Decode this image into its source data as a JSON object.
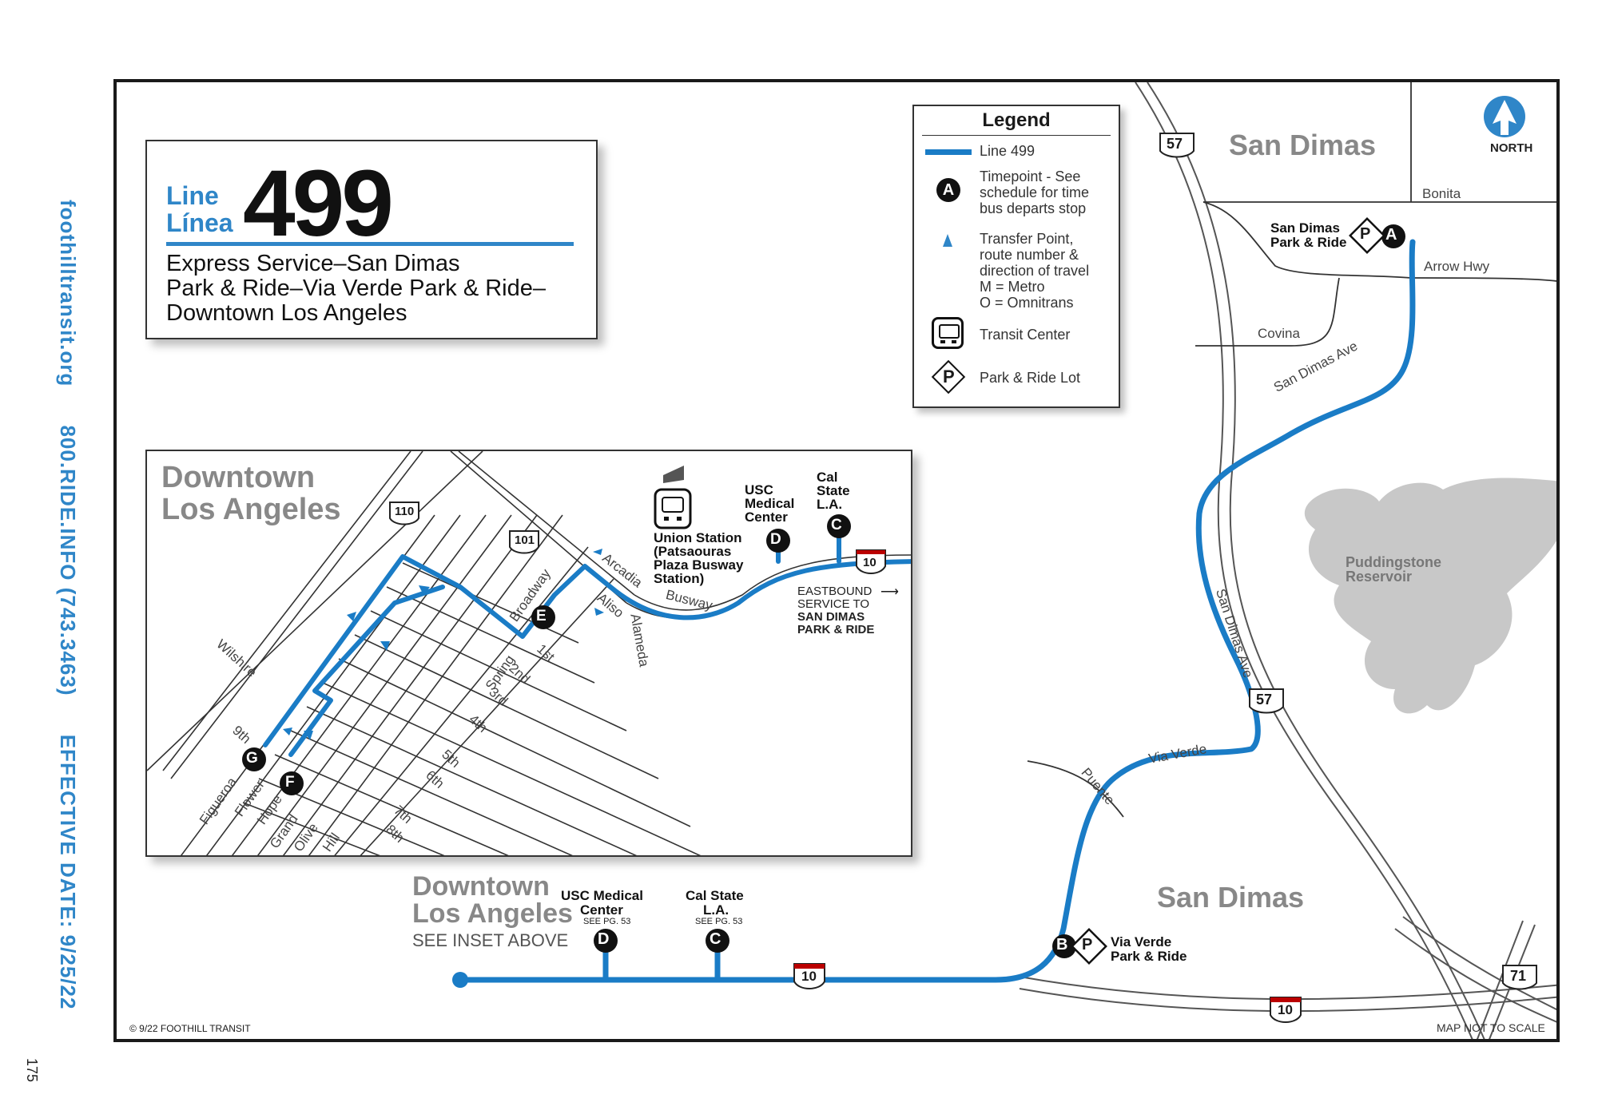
{
  "sidebar": {
    "website": "foothilltransit.org",
    "phone": "800.RIDE.INFO (743.3463)",
    "effective": "EFFECTIVE DATE: 9/25/22",
    "page_number": "175"
  },
  "title": {
    "line_en": "Line",
    "line_es": "Línea",
    "number": "499",
    "description_1": "Express Service–San Dimas",
    "description_2": "Park & Ride–Via Verde Park & Ride–",
    "description_3": "Downtown Los Angeles"
  },
  "legend": {
    "title": "Legend",
    "line": "Line 499",
    "timepoint_1": "Timepoint - See",
    "timepoint_2": "schedule for time",
    "timepoint_3": "bus departs stop",
    "timepoint_letter": "A",
    "transfer_1": "Transfer Point,",
    "transfer_2": "route number &",
    "transfer_3": "direction of travel",
    "transfer_4": "M = Metro",
    "transfer_5": "O = Omnitrans",
    "transit_center": "Transit Center",
    "park_ride": "Park & Ride Lot",
    "park_letter": "P"
  },
  "north": "NORTH",
  "colors": {
    "route": "#1a7cc6",
    "accent": "#2f86c8",
    "water": "#c8c8c8",
    "text_gray": "#888888"
  },
  "main_map": {
    "areas": {
      "san_dimas_top": "San Dimas",
      "san_dimas_bottom": "San Dimas",
      "downtown_1": "Downtown",
      "downtown_2": "Los Angeles",
      "see_inset": "SEE INSET ABOVE",
      "reservoir_1": "Puddingstone",
      "reservoir_2": "Reservoir"
    },
    "streets": {
      "bonita": "Bonita",
      "arrow_hwy": "Arrow Hwy",
      "covina": "Covina",
      "san_dimas_ave": "San Dimas Ave",
      "san_dimas_ave_2": "San Dimas Ave",
      "via_verde": "Via Verde",
      "puente": "Puente"
    },
    "highways": {
      "h57_top": "57",
      "h57_bottom": "57",
      "h71": "71",
      "h10_a": "10",
      "h10_b": "10"
    },
    "stops": {
      "a": "A",
      "b": "B",
      "c": "C",
      "d": "D",
      "san_dimas_pr_1": "San Dimas",
      "san_dimas_pr_2": "Park & Ride",
      "via_verde_pr_1": "Via Verde",
      "via_verde_pr_2": "Park & Ride",
      "usc_1": "USC Medical",
      "usc_2": "Center",
      "usc_see": "SEE PG. 53",
      "csula_1": "Cal State",
      "csula_2": "L.A.",
      "csula_see": "SEE PG. 53",
      "p": "P"
    },
    "copyright": "© 9/22 FOOTHILL TRANSIT",
    "not_to_scale": "MAP NOT TO SCALE"
  },
  "inset": {
    "title_1": "Downtown",
    "title_2": "Los Angeles",
    "highways": {
      "h110": "110",
      "h101": "101",
      "h10": "10"
    },
    "stops": {
      "c": "C",
      "d": "D",
      "e": "E",
      "f": "F",
      "g": "G",
      "union_1": "Union Station",
      "union_2": "(Patsaouras",
      "union_3": "Plaza Busway",
      "union_4": "Station)",
      "usc_1": "USC",
      "usc_2": "Medical",
      "usc_3": "Center",
      "cal_1": "Cal",
      "cal_2": "State",
      "cal_3": "L.A."
    },
    "eastbound_1": "EASTBOUND",
    "eastbound_2": "SERVICE TO",
    "eastbound_3": "SAN DIMAS",
    "eastbound_4": "PARK & RIDE",
    "streets": {
      "busway": "Busway",
      "arcadia": "Arcadia",
      "aliso": "Aliso",
      "alameda": "Alameda",
      "broadway": "Broadway",
      "spring": "Spring",
      "first": "1st",
      "second": "2nd",
      "third": "3rd",
      "fourth": "4th",
      "fifth": "5th",
      "sixth": "6th",
      "seventh": "7th",
      "eighth": "8th",
      "ninth": "9th",
      "wilshire": "Wilshire",
      "figueroa": "Figueroa",
      "flower": "Flower",
      "hope": "Hope",
      "grand": "Grand",
      "olive": "Olive",
      "hill": "Hill"
    }
  }
}
